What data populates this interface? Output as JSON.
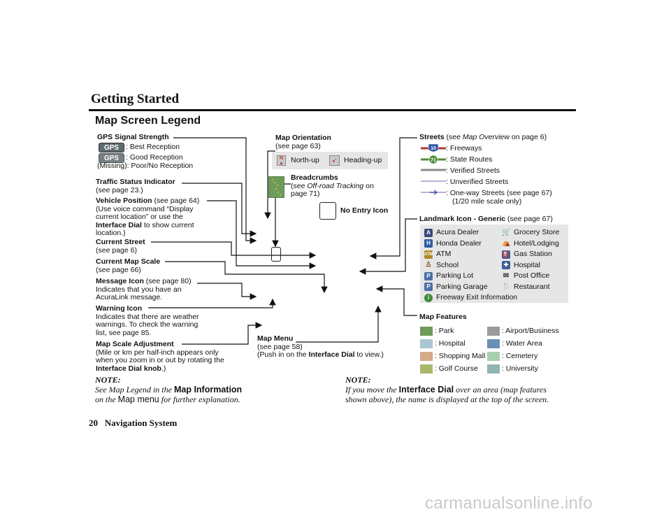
{
  "header": {
    "section": "Getting Started",
    "title": "Map Screen Legend"
  },
  "left": {
    "gps": {
      "heading": "GPS Signal Strength",
      "badge": "GPS",
      "best": ": Best Reception",
      "good": ": Good Reception",
      "missing": "(Missing): Poor/No Reception"
    },
    "traffic": {
      "heading": "Traffic Status Indicator",
      "ref": "(see page 23.)"
    },
    "vehicle": {
      "heading": "Vehicle Position",
      "ref": " (see page 64)",
      "l1": "(Use voice command “Display",
      "l2": "current location” or use the",
      "l3b": "Interface Dial",
      "l3": " to show current",
      "l4": "location.)"
    },
    "street": {
      "heading": "Current Street",
      "ref": "(see page 6)"
    },
    "scale": {
      "heading": "Current Map Scale",
      "ref": "(see page 66)"
    },
    "message": {
      "heading": "Message Icon",
      "ref": " (see page 80)",
      "l1": "Indicates that you have an",
      "l2": "AcuraLink message."
    },
    "warning": {
      "heading": "Warning Icon",
      "l1": "Indicates that there are weather",
      "l2": "warnings. To check the warning",
      "l3": "list, see page 85."
    },
    "adjust": {
      "heading": "Map Scale Adjustment",
      "l1": "(Mile or km per half-inch appears only",
      "l2": "when you zoom in or out by rotating the",
      "l3b": "Interface Dial knob",
      "l3": ".)"
    }
  },
  "center": {
    "orientation": {
      "heading": "Map Orientation",
      "ref": "(see page 63)",
      "north": "North-up",
      "heading_up": "Heading-up"
    },
    "breadcrumbs": {
      "heading": "Breadcrumbs",
      "ref_pre": "(see ",
      "ref_i": "Off-road Tracking",
      "ref_post": " on",
      "ref2": "page 71)"
    },
    "noentry": {
      "heading": "No Entry Icon"
    },
    "menu": {
      "heading": "Map Menu",
      "ref": "(see page 58)",
      "l1": "(Push in on the ",
      "l1b": "Interface Dial",
      "l1e": " to view.)"
    }
  },
  "right": {
    "streets": {
      "heading": "Streets",
      "ref_pre": " (see ",
      "ref_i": "Map Overview",
      "ref_post": " on page 6)",
      "freeway_num": "10",
      "state_num": "71",
      "items": [
        ": Freeways",
        ": State Routes",
        ": Verified Streets",
        ": Unverified Streets",
        ": One-way Streets (see page 67)"
      ],
      "scale_note": "(1/20 mile scale only)"
    },
    "landmark": {
      "heading": "Landmark Icon - Generic",
      "ref": " (see page 67)",
      "left": [
        "Acura Dealer",
        "Honda Dealer",
        "ATM",
        "School",
        "Parking Lot",
        "Parking Garage",
        "Freeway Exit Information"
      ],
      "right": [
        "Grocery Store",
        "Hotel/Lodging",
        "Gas Station",
        "Hospital",
        "Post Office",
        "Restaurant"
      ],
      "icons_left": [
        "acura-icon",
        "honda-icon",
        "atm-icon",
        "school-icon",
        "parking-lot-icon",
        "parking-garage-icon",
        "freeway-exit-icon"
      ],
      "icons_right": [
        "grocery-icon",
        "hotel-icon",
        "gas-station-icon",
        "hospital-icon",
        "post-office-icon",
        "restaurant-icon"
      ],
      "atm_label": "ATM",
      "acura_label": "A",
      "honda_label": "H",
      "parking_label": "P",
      "exit_label": "i"
    },
    "features": {
      "heading": "Map Features",
      "left": [
        ": Park",
        ": Hospital",
        ": Shopping Mall",
        ": Golf Course"
      ],
      "right": [
        ": Airport/Business",
        ": Water Area",
        ": Cemetery",
        ": University"
      ],
      "colors_left": [
        "#6d9b5a",
        "#aac6d2",
        "#d6a98a",
        "#a8b86a"
      ],
      "colors_right": [
        "#9c9c9c",
        "#6a8fb8",
        "#a8cfae",
        "#90b5b2"
      ]
    }
  },
  "notes": {
    "left": {
      "label": "NOTE:",
      "l1a": "See Map Legend in the ",
      "l1b": "Map Information",
      "l2a": "on the ",
      "l2b": "Map menu",
      "l2c": " for further explanation."
    },
    "right": {
      "label": "NOTE:",
      "l1a": "If you move the ",
      "l1b": "Interface Dial",
      "l1c": " over an area (map features",
      "l2": "shown above), the name is displayed at the top of the screen."
    }
  },
  "footer": {
    "page": "20",
    "title": "Navigation System"
  },
  "watermark": "carmanualsonline.info"
}
